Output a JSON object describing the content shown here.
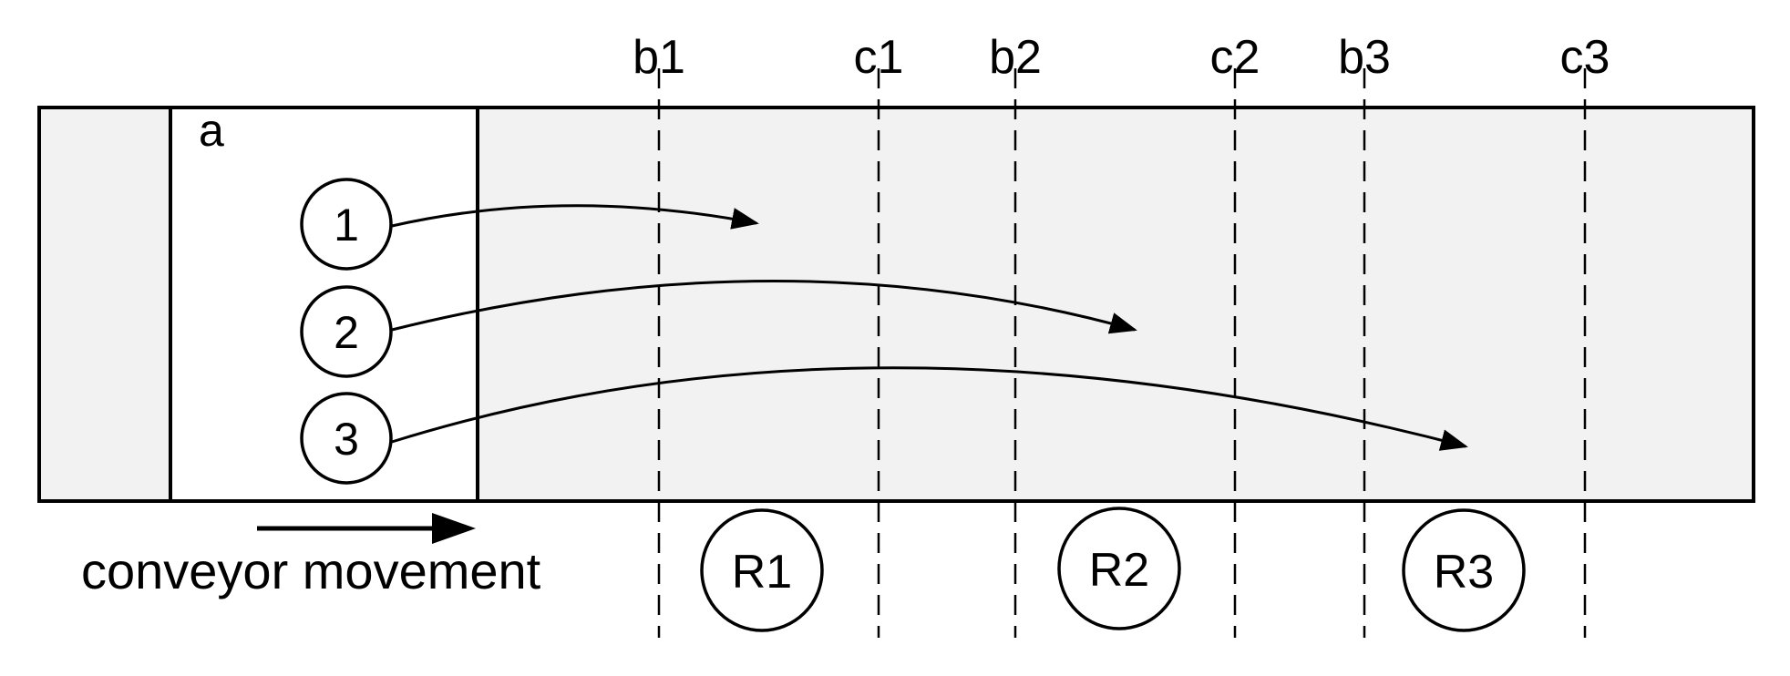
{
  "diagram": {
    "box_label": "a",
    "items": [
      {
        "label": "1"
      },
      {
        "label": "2"
      },
      {
        "label": "3"
      }
    ],
    "boundaries": [
      "b1",
      "c1",
      "b2",
      "c2",
      "b3",
      "c3"
    ],
    "robots": [
      "R1",
      "R2",
      "R3"
    ],
    "movement_label": "conveyor movement"
  },
  "colors": {
    "belt_fill": "#f2f2f2",
    "box_fill": "#ffffff",
    "stroke": "#000000"
  }
}
